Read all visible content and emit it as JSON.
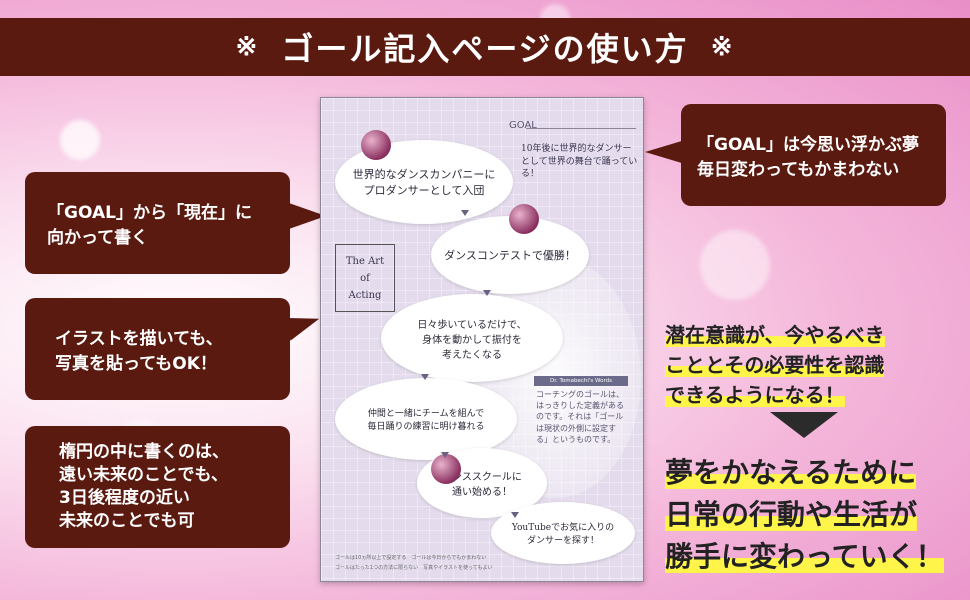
{
  "banner": {
    "title": "ゴール記入ページの使い方",
    "mark": "※"
  },
  "callouts": {
    "goal_to_now": "「GOAL」から「現在」に\n向かって書く",
    "illust_ok": "イラストを描いても、\n写真を貼ってもOK！",
    "ellipse_note": "楕円の中に書くのは、\n遠い未来のことでも、\n3日後程度の近い\n未来のことでも可",
    "goal_desc": "「GOAL」は今思い浮かぶ夢\n毎日変わってもかまわない"
  },
  "sample_page": {
    "goal_label": "GOAL",
    "goal_note": "10年後に世界的なダンサー\nとして世界の舞台で踊っている！",
    "ellipses": [
      "世界的なダンスカンパニーに\nプロダンサーとして入団",
      "ダンスコンテストで優勝！",
      "日々歩いているだけで、\n身体を動かして振付を\n考えたくなる",
      "仲間と一緒にチームを組んで\n毎日踊りの練習に明け暮れる",
      "ダンススクールに\n通い始める！",
      "YouTubeでお気に入りの\nダンサーを探す！"
    ],
    "art_box": "The Art\nof\nActing",
    "words_title": "Dr. Tomabechi's Words",
    "words_body": "コーチングのゴールは、はっきりした定義があるのです。それは「ゴールは現状の外側に設定する」というものです。",
    "footnote_1": "ゴールは10ヵ所以上で設定する　ゴールは今日からでもかまわない",
    "footnote_2": "ゴールはたった1つの方法に限らない　写真やイラストを使ってもよい"
  },
  "right_text": {
    "line1": "潜在意識が、今やるべき",
    "line2": "こととその必要性を認識",
    "line3": "できるようになる！",
    "big1": "夢をかなえるために",
    "big2": "日常の行動や生活が",
    "big3": "勝手に変わっていく！"
  },
  "colors": {
    "brown": "#5a1a10",
    "highlight": "#fff44a",
    "pink_bg": "#f4b6da"
  }
}
